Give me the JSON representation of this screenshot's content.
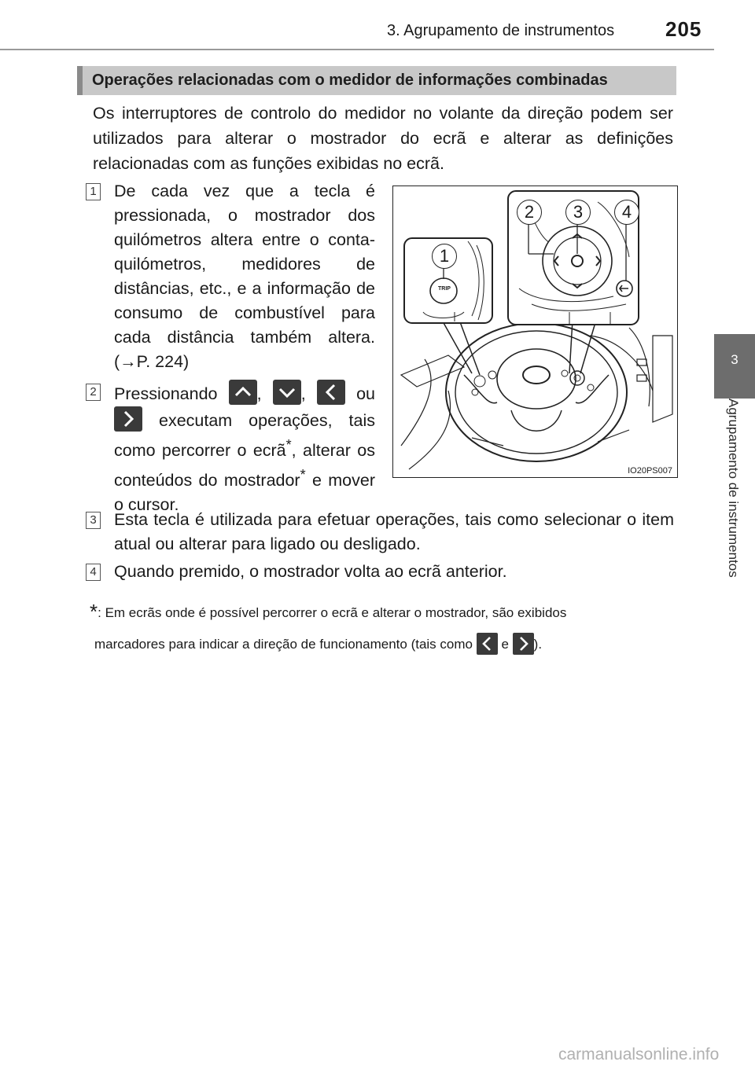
{
  "header": {
    "section_title": "3. Agrupamento de instrumentos",
    "page_number": "205"
  },
  "side_tab": {
    "chapter_number": "3",
    "chapter_title": "Agrupamento de instrumentos"
  },
  "section": {
    "heading": "Operações relacionadas com o medidor de informações combinadas",
    "intro": "Os interruptores de controlo do medidor no volante da direção podem ser utilizados para alterar o mostrador do ecrã e alterar as definições relacionadas com as funções exibidas no ecrã."
  },
  "items": [
    {
      "number": "1",
      "text": "De cada vez que a tecla é pressionada, o mostrador dos quilómetros altera entre o conta-quilómetros, medidores de distâncias, etc., e a informação de consumo de combustível para cada distância também altera. (→P. 224)"
    },
    {
      "number": "2",
      "text_before": "Pressionando",
      "sep1": ",",
      "sep2": ",",
      "sep3": "ou",
      "text_after": "executam operações, tais como percorrer o ecrã",
      "text_mid": ", alterar os conteúdos do mostrador",
      "text_end": " e mover o cursor."
    },
    {
      "number": "3",
      "text": "Esta tecla é utilizada para efetuar operações, tais como selecionar o item atual ou alterar para ligado ou desligado."
    },
    {
      "number": "4",
      "text": "Quando premido, o mostrador volta ao ecrã anterior."
    }
  ],
  "figure": {
    "code": "IO20PS007",
    "callouts": [
      "1",
      "2",
      "3",
      "4"
    ],
    "button_label": "TRIP"
  },
  "footnote": {
    "marker": "*",
    "line1": ": Em ecrãs onde é possível percorrer o ecrã e alterar o mostrador, são exibidos",
    "line2_before": "marcadores para indicar a direção de funcionamento (tais como",
    "line2_mid": "e",
    "line2_end": ")."
  },
  "icons": [
    "chevron-up-icon",
    "chevron-down-icon",
    "chevron-left-icon",
    "chevron-right-icon"
  ],
  "watermark": "carmanualsonline.info",
  "colors": {
    "heading_bg": "#c8c8c8",
    "side_tab": "#6d6d6d",
    "icon_chip": "#3a3a3a"
  }
}
